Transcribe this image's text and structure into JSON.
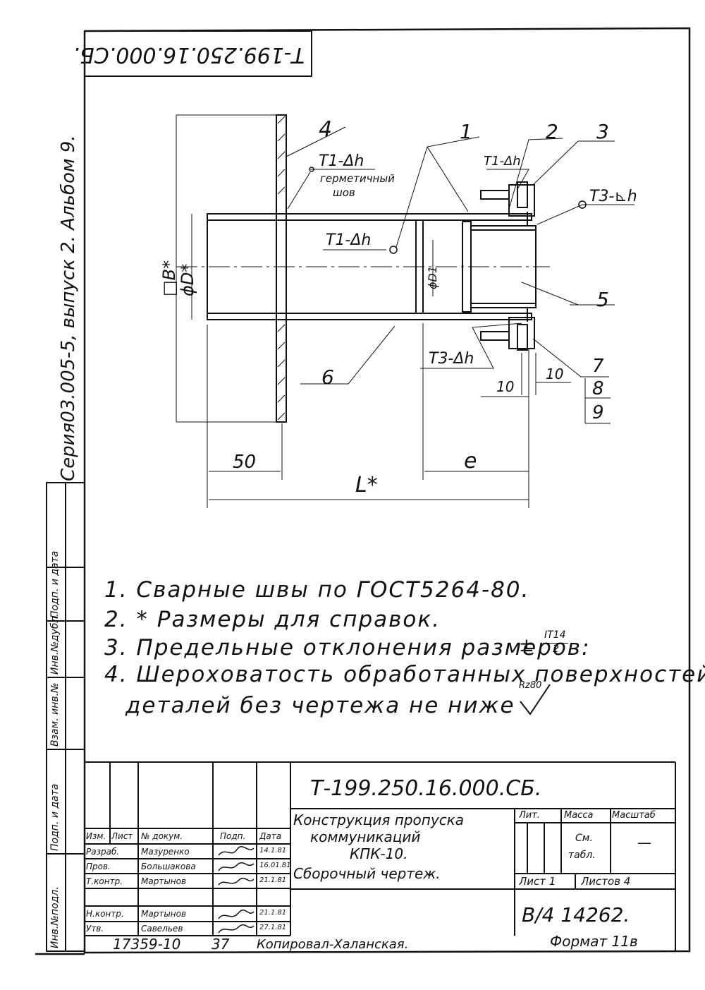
{
  "stamp_top": "Т-199.250.16.000.СБ.",
  "series": "Серия03.005-5, выпуск 2. Альбом 9.",
  "drawing": {
    "positions": [
      "1",
      "2",
      "3",
      "4",
      "5",
      "6",
      "7",
      "8",
      "9"
    ],
    "weld_t1_top": "Т1-Δh",
    "weld_t1_right": "Т1-Δh",
    "weld_t1_mid": "Т1-Δh",
    "weld_t3_right": "Т3-⊾h",
    "weld_t3_bottom": "Т3-Δh",
    "weld_note_1": "герметичный",
    "weld_note_2": "шов",
    "dim_B": "□В*",
    "dim_D": "ϕD*",
    "dim_D1": "ϕD1",
    "dim_50": "50",
    "dim_e": "e",
    "dim_L": "L*",
    "dim_10a": "10",
    "dim_10b": "10",
    "roughness": "Rz80"
  },
  "notes": [
    "1. Сварные   швы по ГОСТ5264-80.",
    "2. * Размеры для   справок.",
    "3. Предельные отклонения размеров:",
    "4. Шероховатость обработанных поверхностей",
    "деталей без чертежа не ниже"
  ],
  "tolerance": {
    "sign": "±",
    "num": "IT14",
    "den": "2"
  },
  "left_margin": [
    "Инв.№подл.",
    "Подп. и дата",
    "Взам. инв.№",
    "Инв.№дубл.",
    "Подп. и дата"
  ],
  "title_block": {
    "code": "Т-199.250.16.000.СБ.",
    "name_1": "Конструкция пропуска",
    "name_2": "коммуникаций",
    "name_3": "КПК-10.",
    "name_4": "Сборочный   чертеж.",
    "head_izm": "Изм.",
    "head_list": "Лист",
    "head_doc": "№ докум.",
    "head_podp": "Подп.",
    "head_data": "Дата",
    "rows": [
      {
        "role": "Разраб.",
        "name": "Мазуренко",
        "date": "14.1.81"
      },
      {
        "role": "Пров.",
        "name": "Большакова",
        "date": "16.01.81"
      },
      {
        "role": "Т.контр.",
        "name": "Мартынов",
        "date": "21.1.81"
      },
      {
        "role": "Н.контр.",
        "name": "Мартынов",
        "date": "21.1.81"
      },
      {
        "role": "Утв.",
        "name": "Савельев",
        "date": "27.1.81"
      }
    ],
    "lit": "Лит.",
    "massa": "Масса",
    "masshtab": "Масштаб",
    "massa_val_1": "См.",
    "massa_val_2": "табл.",
    "masshtab_val": "—",
    "sheet": "Лист 1",
    "sheets": "Листов 4",
    "org": "В/4  14262."
  },
  "footer": {
    "num": "17359-10",
    "page": "37",
    "copied": "Копировал-Халанская.",
    "format": "Формат 11в"
  }
}
